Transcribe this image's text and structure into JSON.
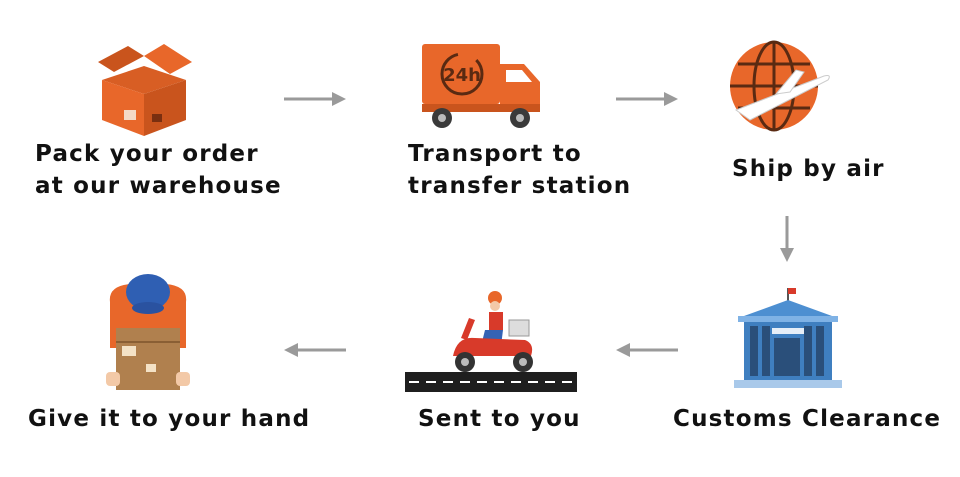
{
  "colors": {
    "orange": "#e8672a",
    "dark_orange": "#c9541d",
    "arrow_gray": "#9a9a9a",
    "text": "#111111"
  },
  "steps": [
    {
      "id": "pack",
      "line1": "Pack your order",
      "line2": "at our warehouse",
      "icon": "box-icon"
    },
    {
      "id": "transport",
      "line1": "Transport to",
      "line2": "transfer station",
      "icon": "truck-icon"
    },
    {
      "id": "air",
      "line1": "Ship by air",
      "icon": "globe-plane-icon"
    },
    {
      "id": "customs",
      "line1": "Customs Clearance",
      "icon": "customs-building-icon"
    },
    {
      "id": "sent",
      "line1": "Sent to you",
      "icon": "scooter-courier-icon"
    },
    {
      "id": "hand",
      "line1": "Give it to your hand",
      "icon": "courier-with-box-icon"
    }
  ],
  "truck_badge": "24h",
  "flow_arrows": [
    "right",
    "right",
    "down",
    "left",
    "left"
  ]
}
